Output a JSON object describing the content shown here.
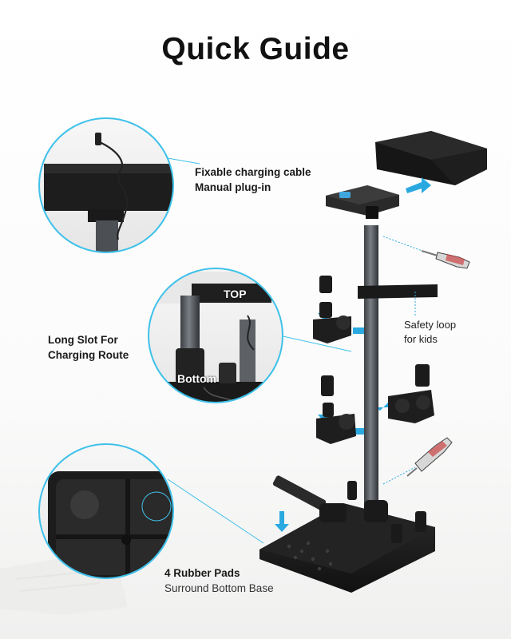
{
  "title": "Quick Guide",
  "callouts": {
    "cable": {
      "line1": "Fixable charging cable",
      "line2": "Manual plug-in"
    },
    "slot": {
      "line1": "Long Slot For",
      "line2": "Charging Route"
    },
    "slot_top": "TOP",
    "slot_bottom": "Bottom",
    "safety": {
      "line1": "Safety loop",
      "line2": "for kids"
    },
    "pads": {
      "line1": "4 Rubber Pads",
      "line2": "Surround Bottom Base"
    }
  },
  "colors": {
    "accent": "#2aa9e0",
    "ring": "#3fc1ea",
    "product": "#1c1c1c",
    "pole": "#55595e"
  }
}
